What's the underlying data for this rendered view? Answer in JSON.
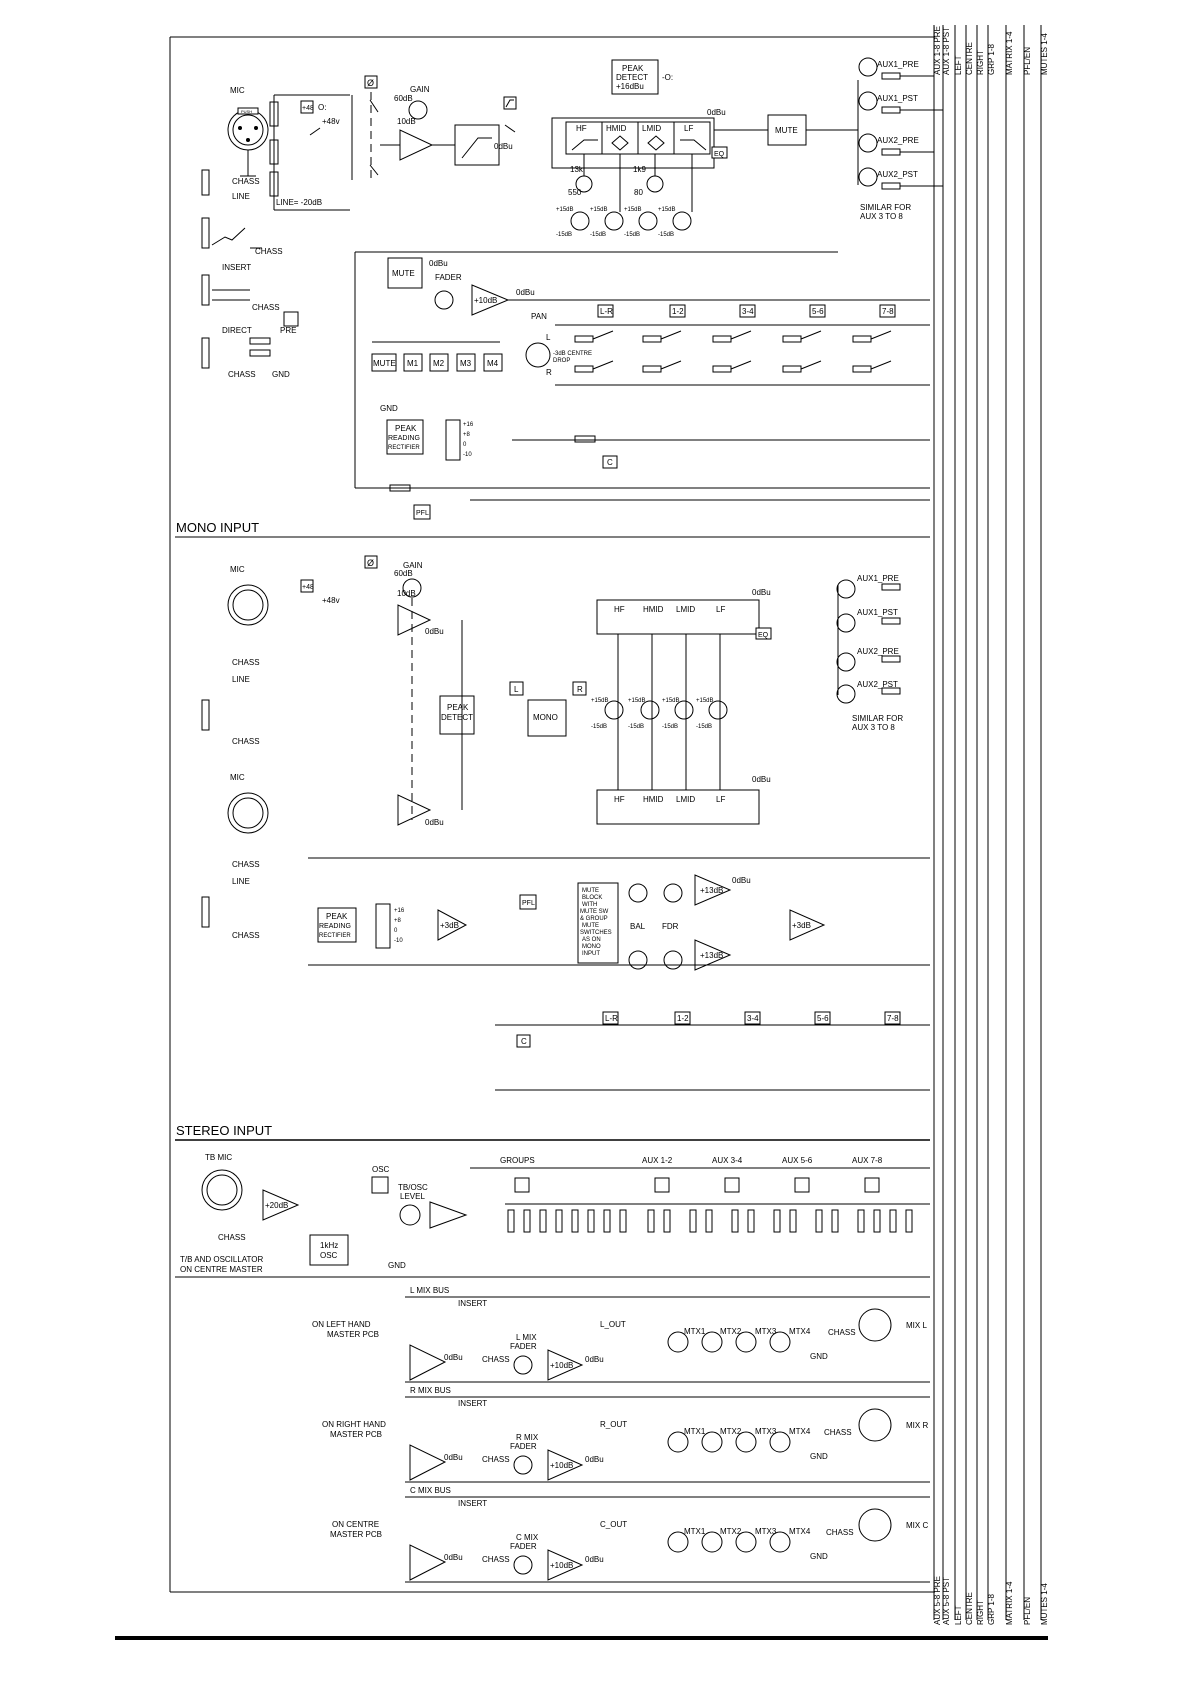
{
  "sections": {
    "mono_input": "MONO INPUT",
    "stereo_input": "STEREO INPUT"
  },
  "buses_top": [
    "AUX 1-8 PRE",
    "AUX 1-8 PST",
    "LEFT",
    "CENTRE",
    "RIGHT",
    "GRP 1-8",
    "MATRIX 1-4",
    "PFL/EN",
    "MUTES 1-4"
  ],
  "buses_bottom": [
    "AUX 5-8 PRE",
    "AUX 5-8 PST",
    "LEFT",
    "CENTRE",
    "RIGHT",
    "GRP 1-8",
    "MATRIX 1-4",
    "PFL/EN",
    "MUTES 1-4"
  ],
  "mono": {
    "mic": "MIC",
    "push": "PUSH",
    "chass": "CHASS",
    "line": "LINE",
    "line_level": "LINE= -20dB",
    "phantom": "+48",
    "phantom_v": "+48v",
    "phase": "Ø",
    "gain": "GAIN",
    "gain_hi": "60dB",
    "gain_lo": "10dB",
    "odbu": "0dBu",
    "peak_detect": [
      "PEAK",
      "DETECT",
      "+16dBu"
    ],
    "eq_bands": [
      "HF",
      "HMID",
      "LMID",
      "LF"
    ],
    "eq": "EQ",
    "mute": "MUTE",
    "aux": [
      "AUX1_PRE",
      "AUX1_PST",
      "AUX2_PRE",
      "AUX2_PST"
    ],
    "similar": [
      "SIMILAR FOR",
      "AUX 3 TO 8"
    ],
    "freq_hmid": [
      "13k",
      "550"
    ],
    "freq_lmid": [
      "1k9",
      "80"
    ],
    "gain_top": [
      "+15dB",
      "+15dB",
      "+15dB",
      "+15dB"
    ],
    "gain_bot": [
      "-15dB",
      "-15dB",
      "-15dB",
      "-15dB"
    ],
    "insert": "INSERT",
    "direct": "DIRECT",
    "pre": "PRE",
    "gnd": "GND",
    "fader": "FADER",
    "plus10": "+10dB",
    "pan": "PAN",
    "pan_l": "L",
    "pan_r": "R",
    "centre_drop": [
      "-3dB CENTRE",
      "DROP"
    ],
    "routing": [
      "L-R",
      "1-2",
      "3-4",
      "5-6",
      "7-8"
    ],
    "mute_groups": [
      "MUTE",
      "M1",
      "M2",
      "M3",
      "M4"
    ],
    "rectifier": [
      "PEAK",
      "READING",
      "RECTIFIER"
    ],
    "meter": [
      "+16",
      "+8",
      "0",
      "-10"
    ],
    "c": "C",
    "pfl": "PFL"
  },
  "stereo": {
    "mono": "MONO",
    "l": "L",
    "r": "R",
    "bal": "BAL",
    "fdr": "FDR",
    "plus13": "+13dB",
    "plus3": "+3dB",
    "mute_block": [
      "MUTE",
      "BLOCK",
      "WITH",
      "MUTE SW",
      "& GROUP",
      "MUTE",
      "SWITCHES",
      "AS ON",
      "MONO",
      "INPUT"
    ]
  },
  "master": {
    "tb_mic": "TB MIC",
    "plus20": "+20dB",
    "osc": "OSC",
    "tb_osc_level": [
      "TB/OSC",
      "LEVEL"
    ],
    "osc_gen": [
      "1kHz",
      "OSC"
    ],
    "tb_caption": [
      "T/B AND OSCILLATOR",
      "ON CENTRE MASTER"
    ],
    "groups": "GROUPS",
    "aux_groups": [
      "AUX 1-2",
      "AUX 3-4",
      "AUX 5-6",
      "AUX 7-8"
    ],
    "amp_small": "+20dB",
    "mixes": [
      {
        "bus": "L MIX BUS",
        "pcb": [
          "ON LEFT HAND",
          "MASTER PCB"
        ],
        "fader": [
          "L MIX",
          "FADER"
        ],
        "out": "L_OUT",
        "name": "MIX L"
      },
      {
        "bus": "R MIX BUS",
        "pcb": [
          "ON RIGHT HAND",
          "MASTER PCB"
        ],
        "fader": [
          "R MIX",
          "FADER"
        ],
        "out": "R_OUT",
        "name": "MIX R"
      },
      {
        "bus": "C MIX BUS",
        "pcb": [
          "ON CENTRE",
          "MASTER PCB"
        ],
        "fader": [
          "C MIX",
          "FADER"
        ],
        "out": "C_OUT",
        "name": "MIX C"
      }
    ],
    "mtx": [
      "MTX1",
      "MTX2",
      "MTX3",
      "MTX4"
    ]
  }
}
